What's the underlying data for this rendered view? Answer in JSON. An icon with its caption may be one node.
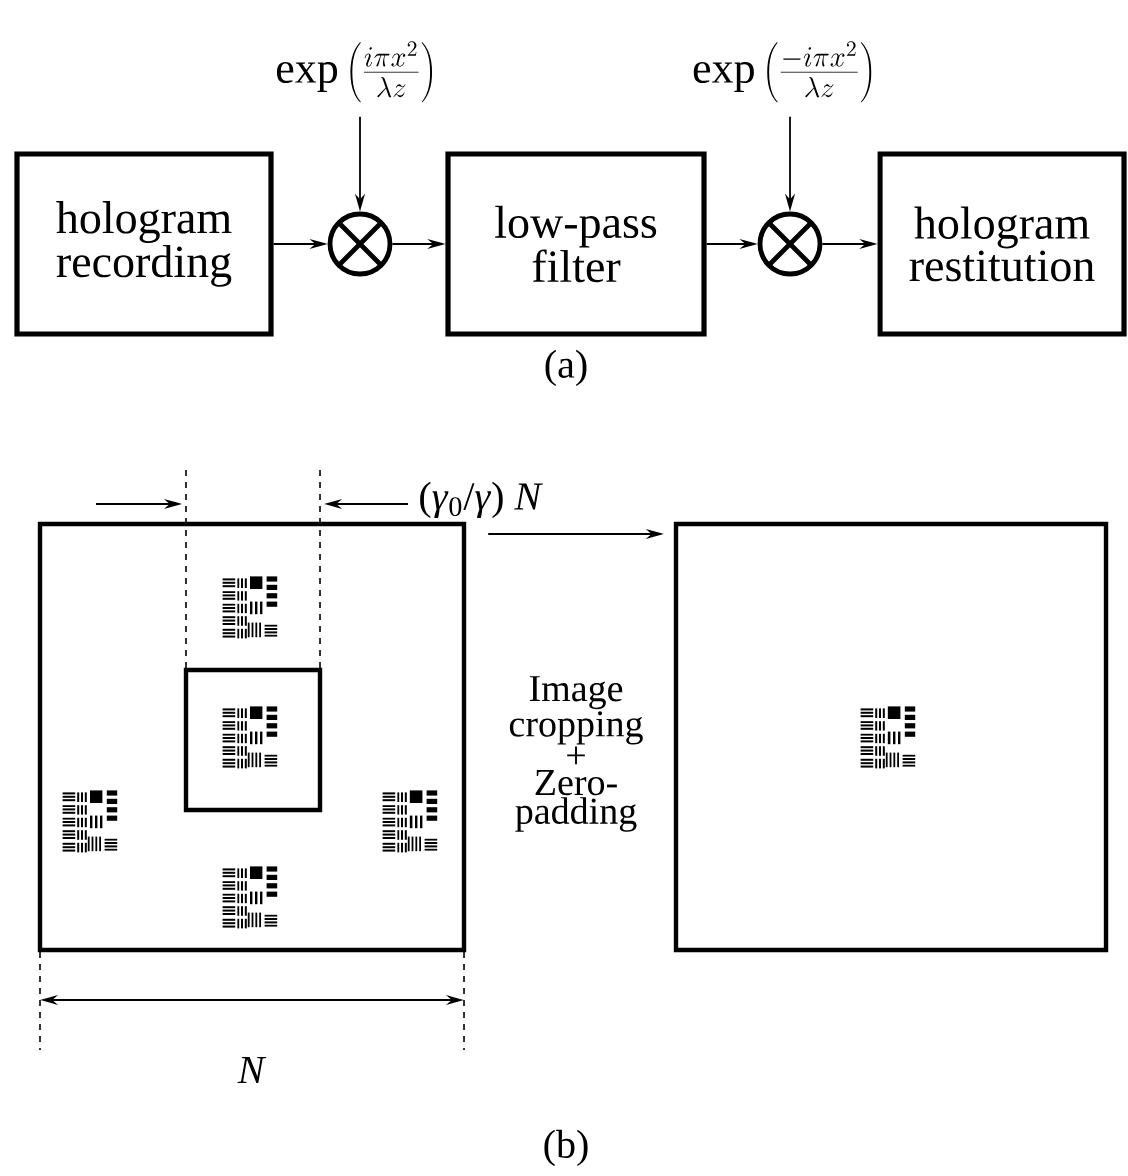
{
  "diagram": {
    "nodes": [
      {
        "text": [
          "hologram recording"
        ]
      },
      {
        "text": [],
        "shape": "circle"
      },
      {
        "text": [
          "low-pass filter"
        ]
      },
      {
        "text": [],
        "shape": "circle"
      },
      {
        "text": [
          "hologram restitution"
        ]
      },
      {
        "text": [
          "\\exp\\left(\\frac{i\\pi x^2}{\\lambda z}\\right)"
        ]
      },
      {
        "text": [
          "\\exp\\left(\\frac{-i\\pi x^2}{\\lambda z}\\right)"
        ]
      },
      {
        "text": [],
        "shape": "box"
      },
      {
        "text": [],
        "shape": "box",
        "in": 7
      },
      {
        "text": [],
        "shape": "box"
      }
    ],
    "edges": [
      {
        "from": 0,
        "to": 1,
        "arrow": "to"
      },
      {
        "from": 1,
        "to": 2,
        "arrow": "to"
      },
      {
        "from": 2,
        "to": 3,
        "arrow": "to"
      },
      {
        "from": 3,
        "to": 4,
        "arrow": "to"
      },
      {
        "from": 5,
        "to": 1,
        "arrow": "to"
      },
      {
        "from": 6,
        "to": 3,
        "arrow": "to"
      },
      {
        "from": 7,
        "to": 9,
        "arrow": "to",
        "label": "Image cropping + Zero-padding"
      }
    ],
    "labels": [
      "(a)",
      "(*γ*$_{0}$/*γ*) *N*",
      "*N*",
      "(b)"
    ]
  }
}
